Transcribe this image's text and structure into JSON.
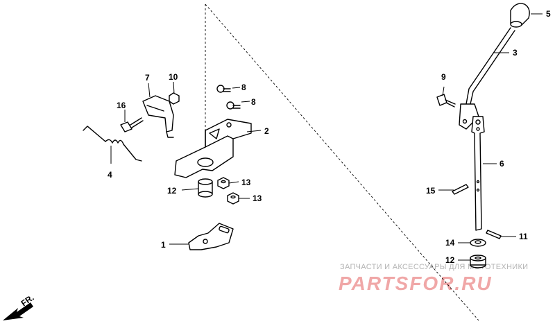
{
  "callouts": {
    "p1": "1",
    "p2": "2",
    "p3": "3",
    "p4": "4",
    "p5": "5",
    "p6": "6",
    "p7": "7",
    "p8a": "8",
    "p8b": "8",
    "p9": "9",
    "p10": "10",
    "p11": "11",
    "p12a": "12",
    "p12b": "12",
    "p13a": "13",
    "p13b": "13",
    "p14": "14",
    "p15": "15",
    "p16": "16"
  },
  "direction": {
    "label": "FR."
  },
  "watermark": {
    "line1": "ЗАПЧАСТИ И АКСЕССУАРЫ ДЛЯ МОТОТЕХНИКИ",
    "line2": "PARTSFOR.RU"
  }
}
